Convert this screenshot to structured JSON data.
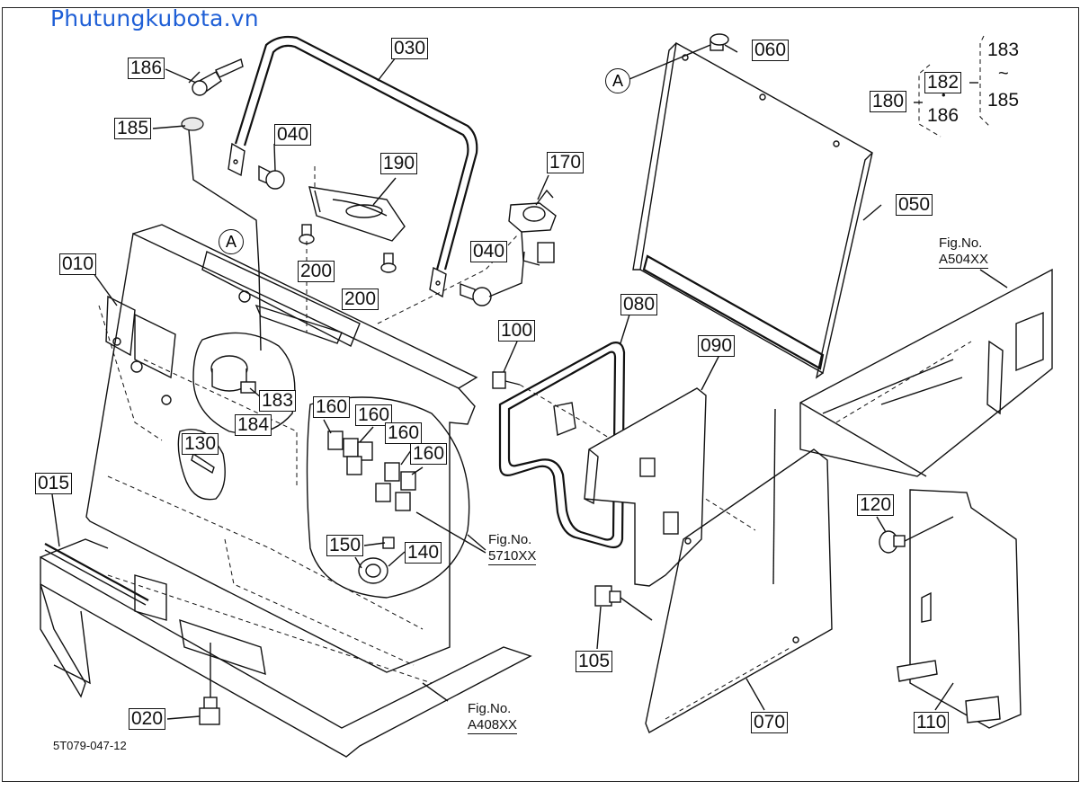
{
  "watermark": "Phutungkubota.vn",
  "drawing_code": "5T079-047-12",
  "parts": {
    "p186": "186",
    "p185": "185",
    "p030": "030",
    "p040a": "040",
    "p190": "190",
    "p170": "170",
    "p060": "060",
    "p180": "180",
    "p182": "182",
    "p183r": "183",
    "p185r": "185",
    "p186r": "186",
    "p010": "010",
    "p200a": "200",
    "p200b": "200",
    "p040b": "040",
    "p050": "050",
    "p080": "080",
    "p100": "100",
    "p090": "090",
    "p183": "183",
    "p184": "184",
    "p160a": "160",
    "p160b": "160",
    "p160c": "160",
    "p160d": "160",
    "p130": "130",
    "p015": "015",
    "p150": "150",
    "p140": "140",
    "p120": "120",
    "p105": "105",
    "p020": "020",
    "p070": "070",
    "p110": "110"
  },
  "fig_refs": {
    "f5710": {
      "prefix": "Fig.No.",
      "code": "5710XX"
    },
    "fa504": {
      "prefix": "Fig.No.",
      "code": "A504XX"
    },
    "fa408": {
      "prefix": "Fig.No.",
      "code": "A408XX"
    }
  },
  "callouts": {
    "a1": "A",
    "a2": "A"
  },
  "range_symbols": {
    "tilde": "~",
    "dot": "•"
  }
}
